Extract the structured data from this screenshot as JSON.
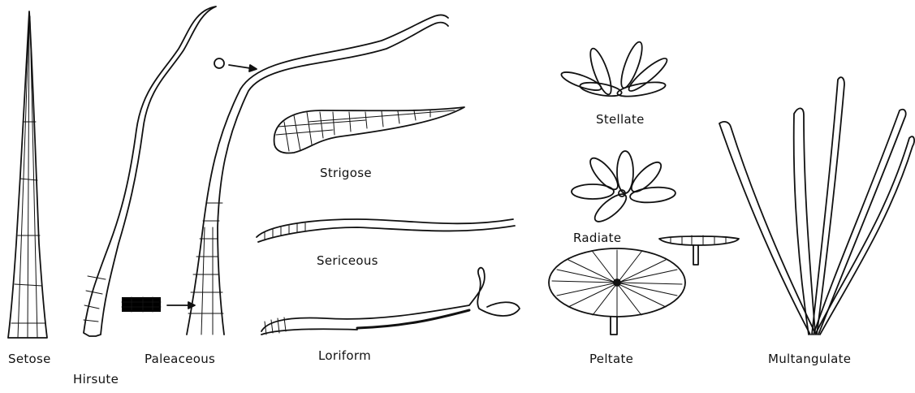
{
  "labels": {
    "setose": "Setose",
    "hirsute": "Hirsute",
    "paleaceous": "Paleaceous",
    "strigose": "Strigose",
    "sericeous": "Sericeous",
    "loriform": "Loriform",
    "stellate": "Stellate",
    "radiate": "Radiate",
    "peltate": "Peltate",
    "multangulate": "Multangulate"
  },
  "colors": {
    "ink": "#111111",
    "paper": "#ffffff"
  }
}
